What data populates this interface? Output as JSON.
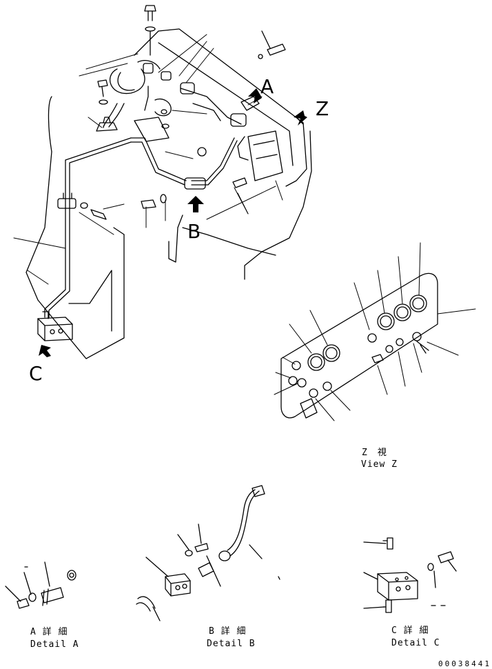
{
  "labels": {
    "a": "A",
    "z": "Z",
    "b": "B",
    "c": "C"
  },
  "captions": {
    "view_z_jp": "Z　視",
    "view_z_en": "View Z",
    "detail_a_jp": "A 詳 細",
    "detail_a_en": "Detail A",
    "detail_b_jp": "B 詳 細",
    "detail_b_en": "Detail B",
    "detail_c_jp": "C 詳 細",
    "detail_c_en": "Detail C"
  },
  "drawing_code": "00038441"
}
